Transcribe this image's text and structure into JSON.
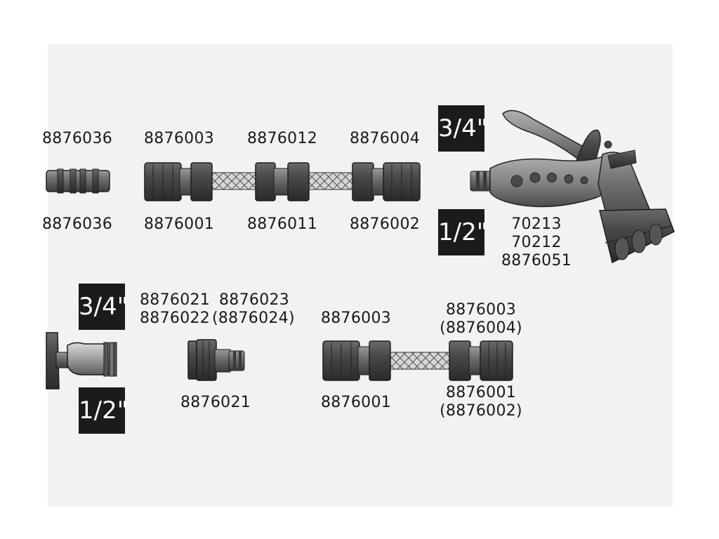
{
  "labels": {
    "coupler_top": "8876036",
    "coupler_bottom": "8876036",
    "hose1_left_top": "8876003",
    "hose1_left_bottom": "8876001",
    "hose1_mid_top": "8876012",
    "hose1_mid_bottom": "8876011",
    "hose1_right_top": "8876004",
    "hose1_right_bottom": "8876002",
    "nozzle_1": "70213",
    "nozzle_2": "70212",
    "nozzle_3": "8876051",
    "tap_adapter_1a": "8876021",
    "tap_adapter_1b": "8876022",
    "tap_adapter_2a": "8876023",
    "tap_adapter_2b": "(8876024)",
    "tap_adapter_bottom": "8876021",
    "hose2_left_top": "8876003",
    "hose2_left_bottom": "8876001",
    "hose2_right_top_1": "8876003",
    "hose2_right_top_2": "(8876004)",
    "hose2_right_bottom_1": "8876001",
    "hose2_right_bottom_2": "(8876002)"
  },
  "badges": {
    "nozzle_three_quarter": "3/4\"",
    "nozzle_half": "1/2\"",
    "tap_three_quarter": "3/4\"",
    "tap_half": "1/2\""
  },
  "colors": {
    "part_dark": "#3a3a3a",
    "part_mid": "#5a5a5a",
    "part_light": "#8c8c8c",
    "badge_bg": "#1b1b1b"
  }
}
